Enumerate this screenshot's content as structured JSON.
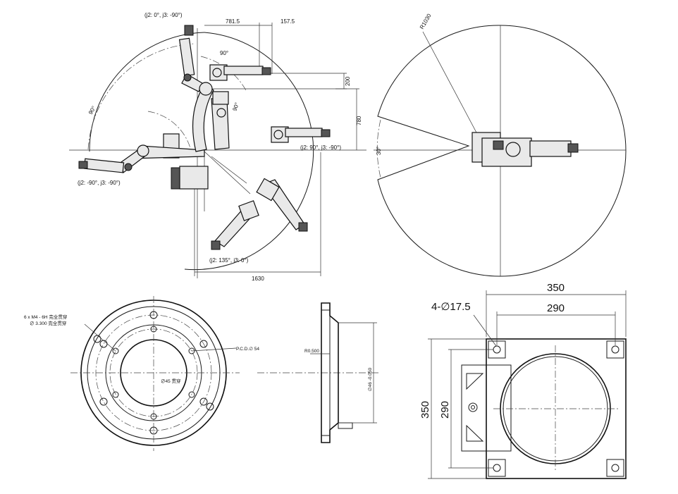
{
  "top_left": {
    "pose_top": "(j2: 0°, j3: -90°)",
    "pose_left": "(j2: -90°, j3: -90°)",
    "pose_right": "(j2: 90°, j3: -90°)",
    "pose_bottom": "(j2: 135°, j3: 0°)",
    "dim_781": "781.5",
    "dim_157": "157.5",
    "dim_200": "200",
    "dim_780": "780",
    "dim_1630": "1630",
    "angle_a": "90°",
    "angle_b": "90°",
    "angle_c": "90°"
  },
  "top_right": {
    "radius": "R1030",
    "angle": "30°"
  },
  "bottom_left": {
    "note_holes_1": "6 x M4 - 6H 完全贯穿",
    "note_holes_2": "∅ 3.300 完全贯穿",
    "pcd": "P.C.D.∅ 54",
    "bore": "∅45 贯穿"
  },
  "bottom_mid": {
    "r_label": "R0.500",
    "dia_label": "∅46 -0.050"
  },
  "bottom_right": {
    "holes": "4-∅17.5",
    "w_outer": "350",
    "w_inner": "290",
    "h_outer": "350",
    "h_inner": "290"
  }
}
